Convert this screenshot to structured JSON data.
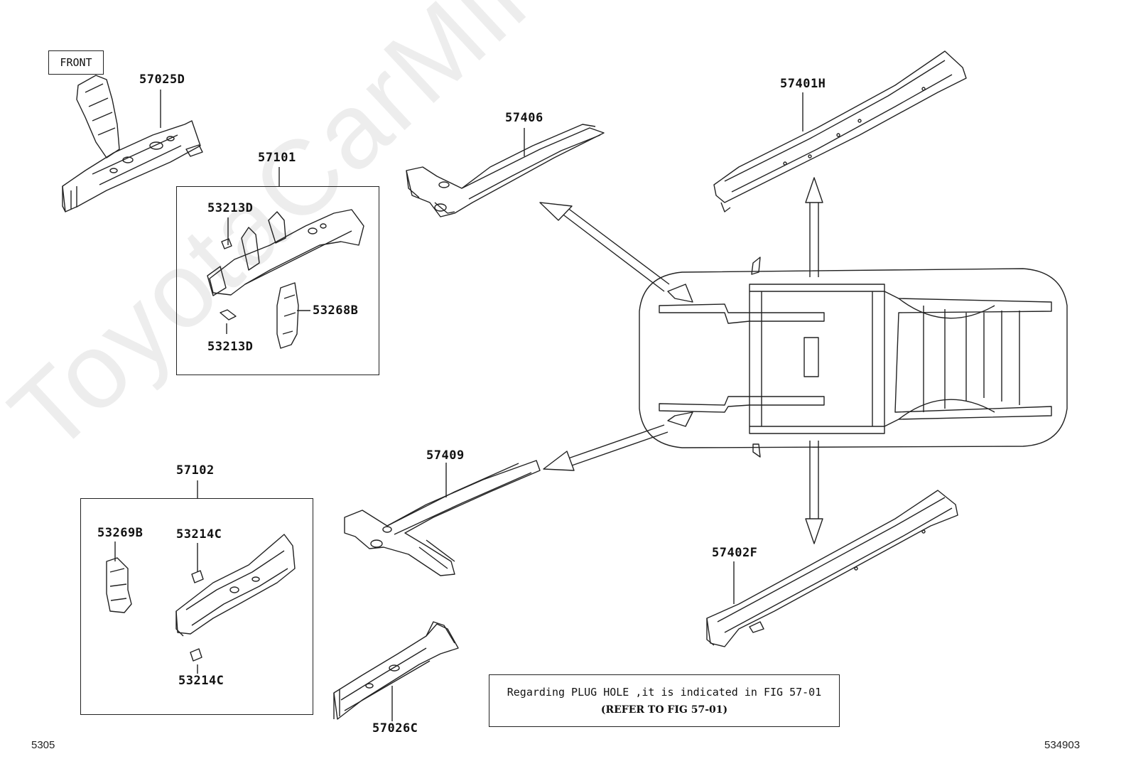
{
  "front_label": "FRONT",
  "parts": {
    "p57025D": "57025D",
    "p57101": "57101",
    "p53213D_top": "53213D",
    "p53213D_bottom": "53213D",
    "p53268B": "53268B",
    "p57406": "57406",
    "p57401H": "57401H",
    "p57102": "57102",
    "p53269B": "53269B",
    "p53214C_top": "53214C",
    "p53214C_bottom": "53214C",
    "p57409": "57409",
    "p57402F": "57402F",
    "p57026C": "57026C"
  },
  "note": {
    "line1": "Regarding PLUG HOLE ,it is indicated in FIG 57-01",
    "line2": "(REFER TO FIG 57-01)"
  },
  "corners": {
    "bottom_left": "5305",
    "bottom_right": "534903"
  },
  "watermark": "ToyotaCarMine.ru"
}
